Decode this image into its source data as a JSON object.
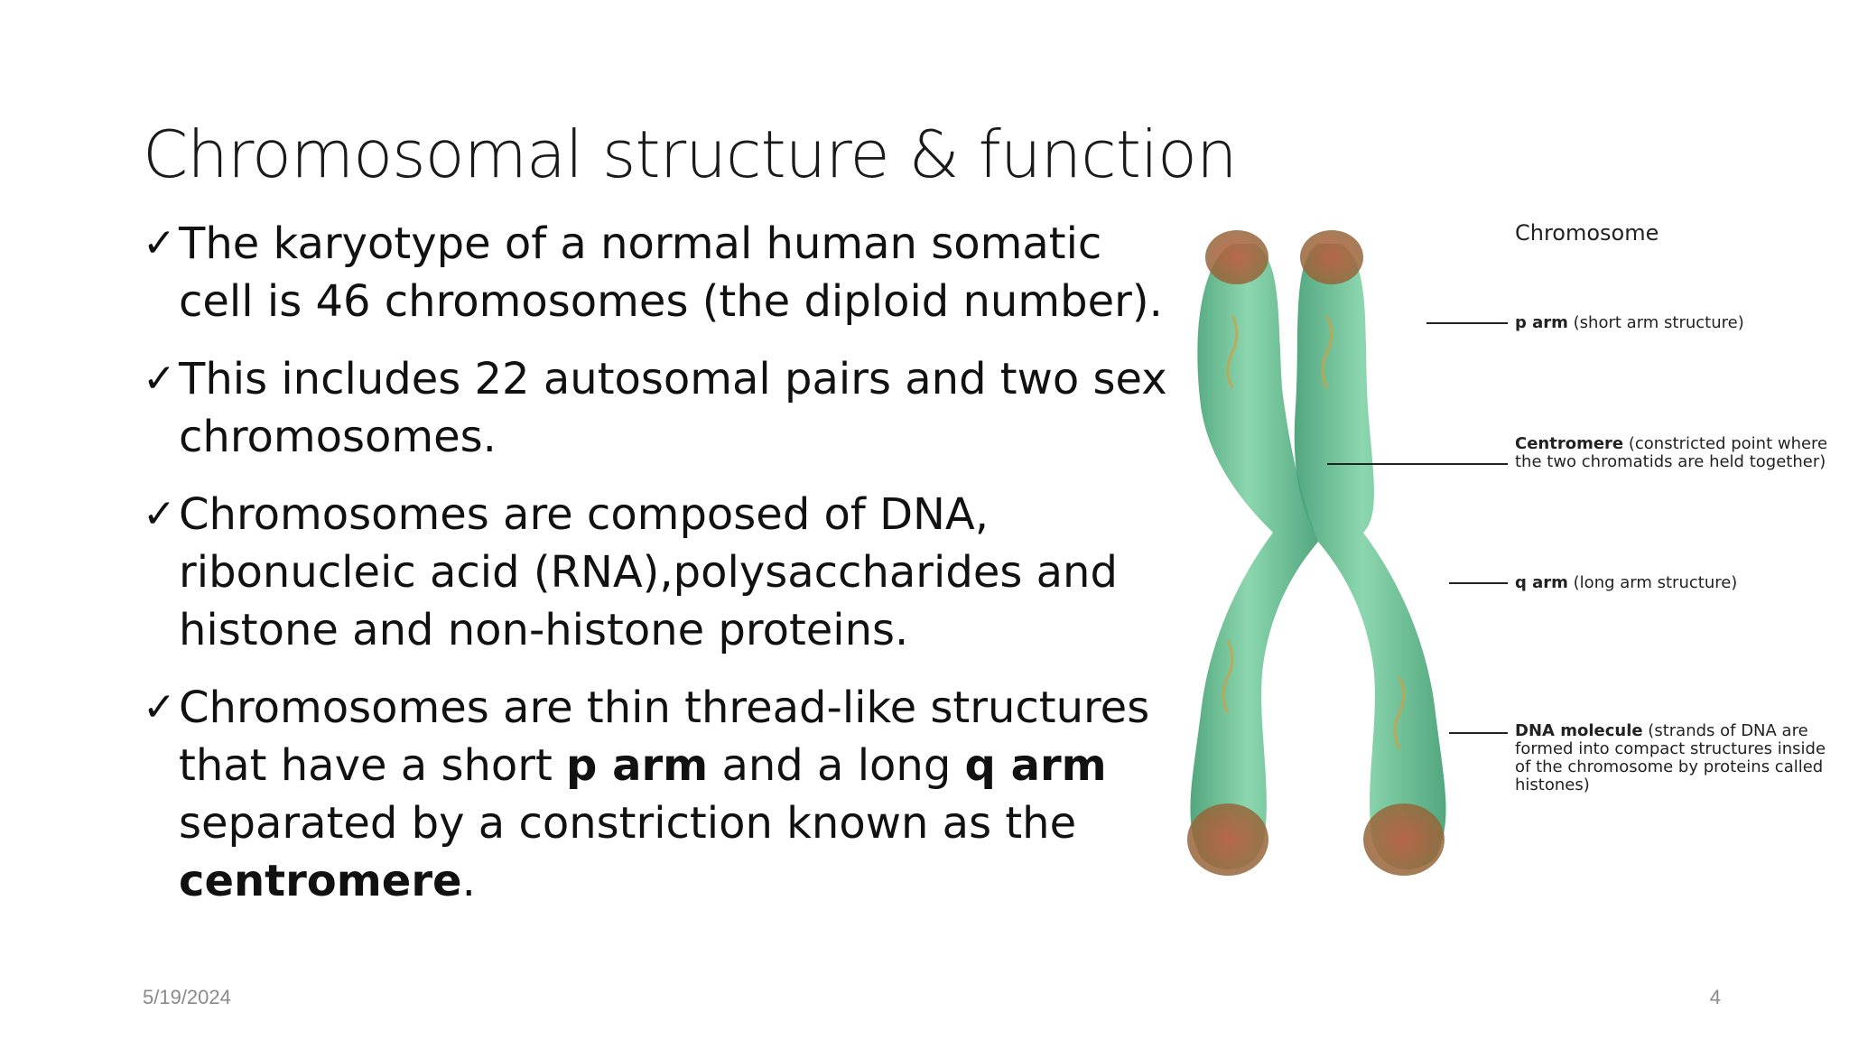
{
  "slide": {
    "title": "Chromosomal structure & function",
    "bullets": [
      {
        "check": "✓",
        "parts": [
          {
            "text": "The karyotype of a normal human somatic cell is 46 chromosomes (the diploid number).",
            "bold": false
          }
        ]
      },
      {
        "check": "✓",
        "parts": [
          {
            "text": "This includes 22 autosomal pairs and two sex chromosomes.",
            "bold": false
          }
        ]
      },
      {
        "check": "✓",
        "parts": [
          {
            "text": "Chromosomes are composed of DNA, ribonucleic acid (RNA),polysaccharides and histone and non-histone proteins.",
            "bold": false
          }
        ]
      },
      {
        "check": "✓",
        "parts": [
          {
            "text": "Chromosomes are thin thread-like structures that have a short ",
            "bold": false
          },
          {
            "text": "p arm",
            "bold": true
          },
          {
            "text": " and a long ",
            "bold": false
          },
          {
            "text": "q arm",
            "bold": true
          },
          {
            "text": " separated by a constriction known as the ",
            "bold": false
          },
          {
            "text": "centromere",
            "bold": true
          },
          {
            "text": ".",
            "bold": false
          }
        ]
      }
    ],
    "footer": {
      "date": "5/19/2024",
      "page": "4"
    }
  },
  "figure": {
    "title": "Chromosome",
    "callouts": [
      {
        "bold": "p arm",
        "text": " (short arm structure)"
      },
      {
        "bold": "Centromere",
        "text": " (constricted point where the two chromatids are held together)"
      },
      {
        "bold": "q arm",
        "text": " (long arm structure)"
      },
      {
        "bold": "DNA molecule",
        "text": " (strands of DNA are formed into compact structures inside of the chromosome by proteins called histones)"
      }
    ],
    "colors": {
      "chromatid": "#5fb98a",
      "chromatid_dark": "#3d9a6c",
      "telomere": "#b5533a",
      "helix": "#c9a24a"
    }
  }
}
